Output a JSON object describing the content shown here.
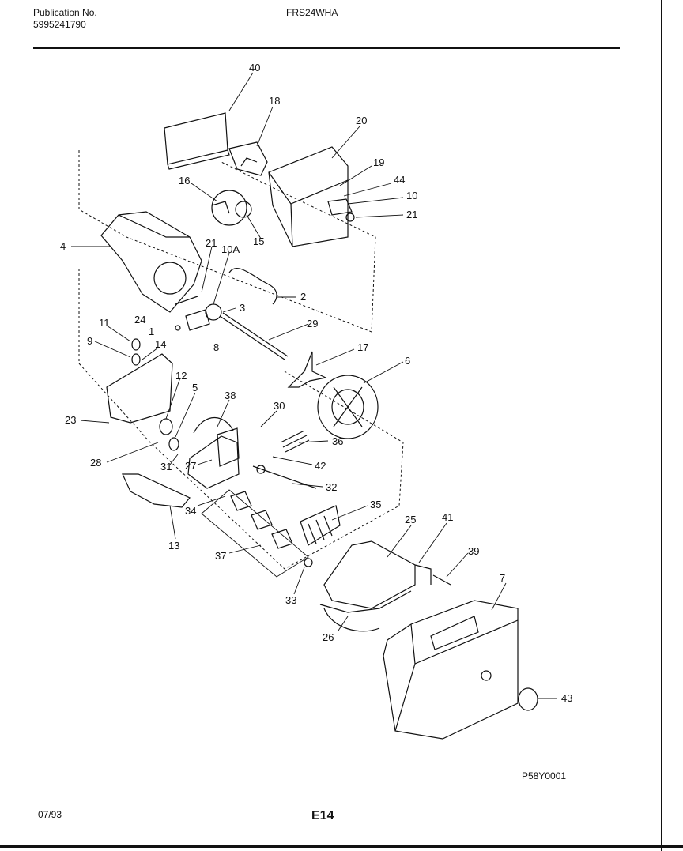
{
  "header": {
    "pub_label": "Publication No.",
    "pub_number": "5995241790",
    "model": "FRS24WHA"
  },
  "footer": {
    "date": "07/93",
    "page_code": "E14",
    "diagram_code": "P58Y0001"
  },
  "callouts": [
    "40",
    "18",
    "20",
    "19",
    "44",
    "10",
    "21",
    "16",
    "15",
    "4",
    "21",
    "10A",
    "2",
    "3",
    "24",
    "1",
    "8",
    "29",
    "17",
    "6",
    "11",
    "9",
    "14",
    "12",
    "5",
    "38",
    "30",
    "36",
    "23",
    "28",
    "31",
    "27",
    "42",
    "32",
    "35",
    "34",
    "25",
    "41",
    "39",
    "13",
    "37",
    "33",
    "7",
    "26",
    "43"
  ]
}
